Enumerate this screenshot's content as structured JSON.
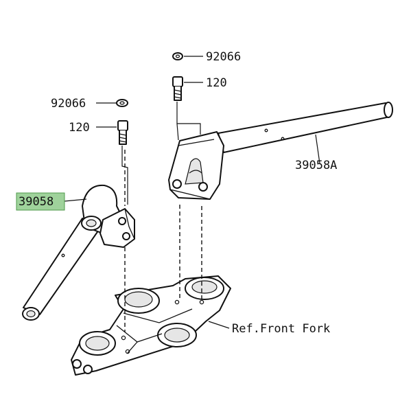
{
  "labels": {
    "washer_top": "92066",
    "bolt_top": "120",
    "washer_left": "92066",
    "bolt_left": "120",
    "part_left": "39058",
    "part_right": "39058A",
    "ref_fork": "Ref.Front Fork"
  },
  "colors": {
    "highlight": "#9fd29b",
    "line": "#111111"
  }
}
